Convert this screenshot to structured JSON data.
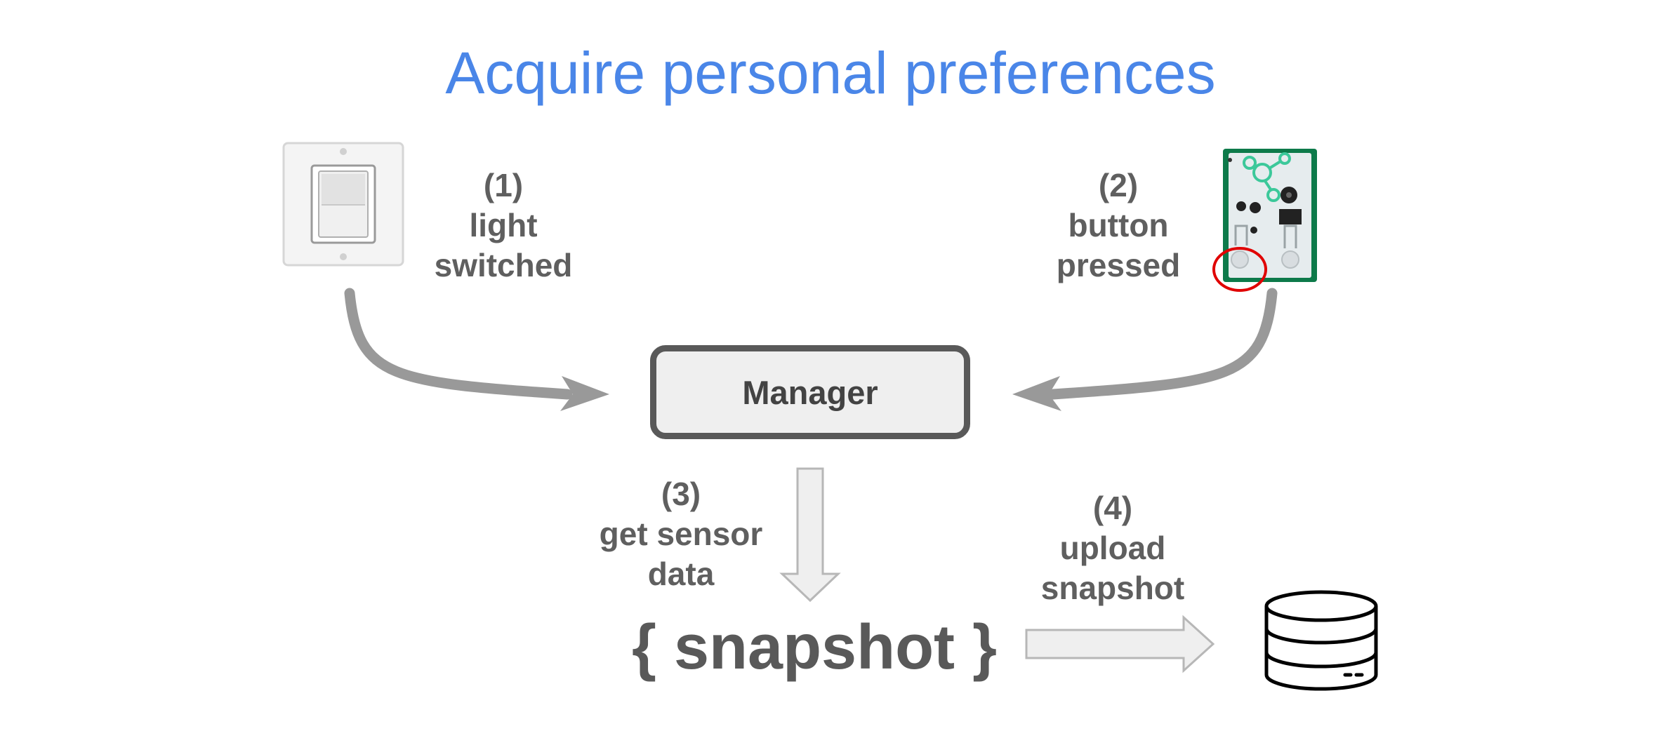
{
  "title": "Acquire personal preferences",
  "steps": {
    "s1": {
      "num": "(1)",
      "line1": "light",
      "line2": "switched"
    },
    "s2": {
      "num": "(2)",
      "line1": "button",
      "line2": "pressed"
    },
    "s3": {
      "num": "(3)",
      "line1": "get sensor",
      "line2": "data"
    },
    "s4": {
      "num": "(4)",
      "line1": "upload",
      "line2": "snapshot"
    }
  },
  "manager": {
    "label": "Manager"
  },
  "snapshot": {
    "label": "{ snapshot }"
  },
  "colors": {
    "title": "#4a86e8",
    "text": "#5f5f5f",
    "arrow": "#999999",
    "highlight": "#e00000"
  },
  "icons": [
    "light-switch-icon",
    "sensor-board-icon",
    "database-icon"
  ]
}
